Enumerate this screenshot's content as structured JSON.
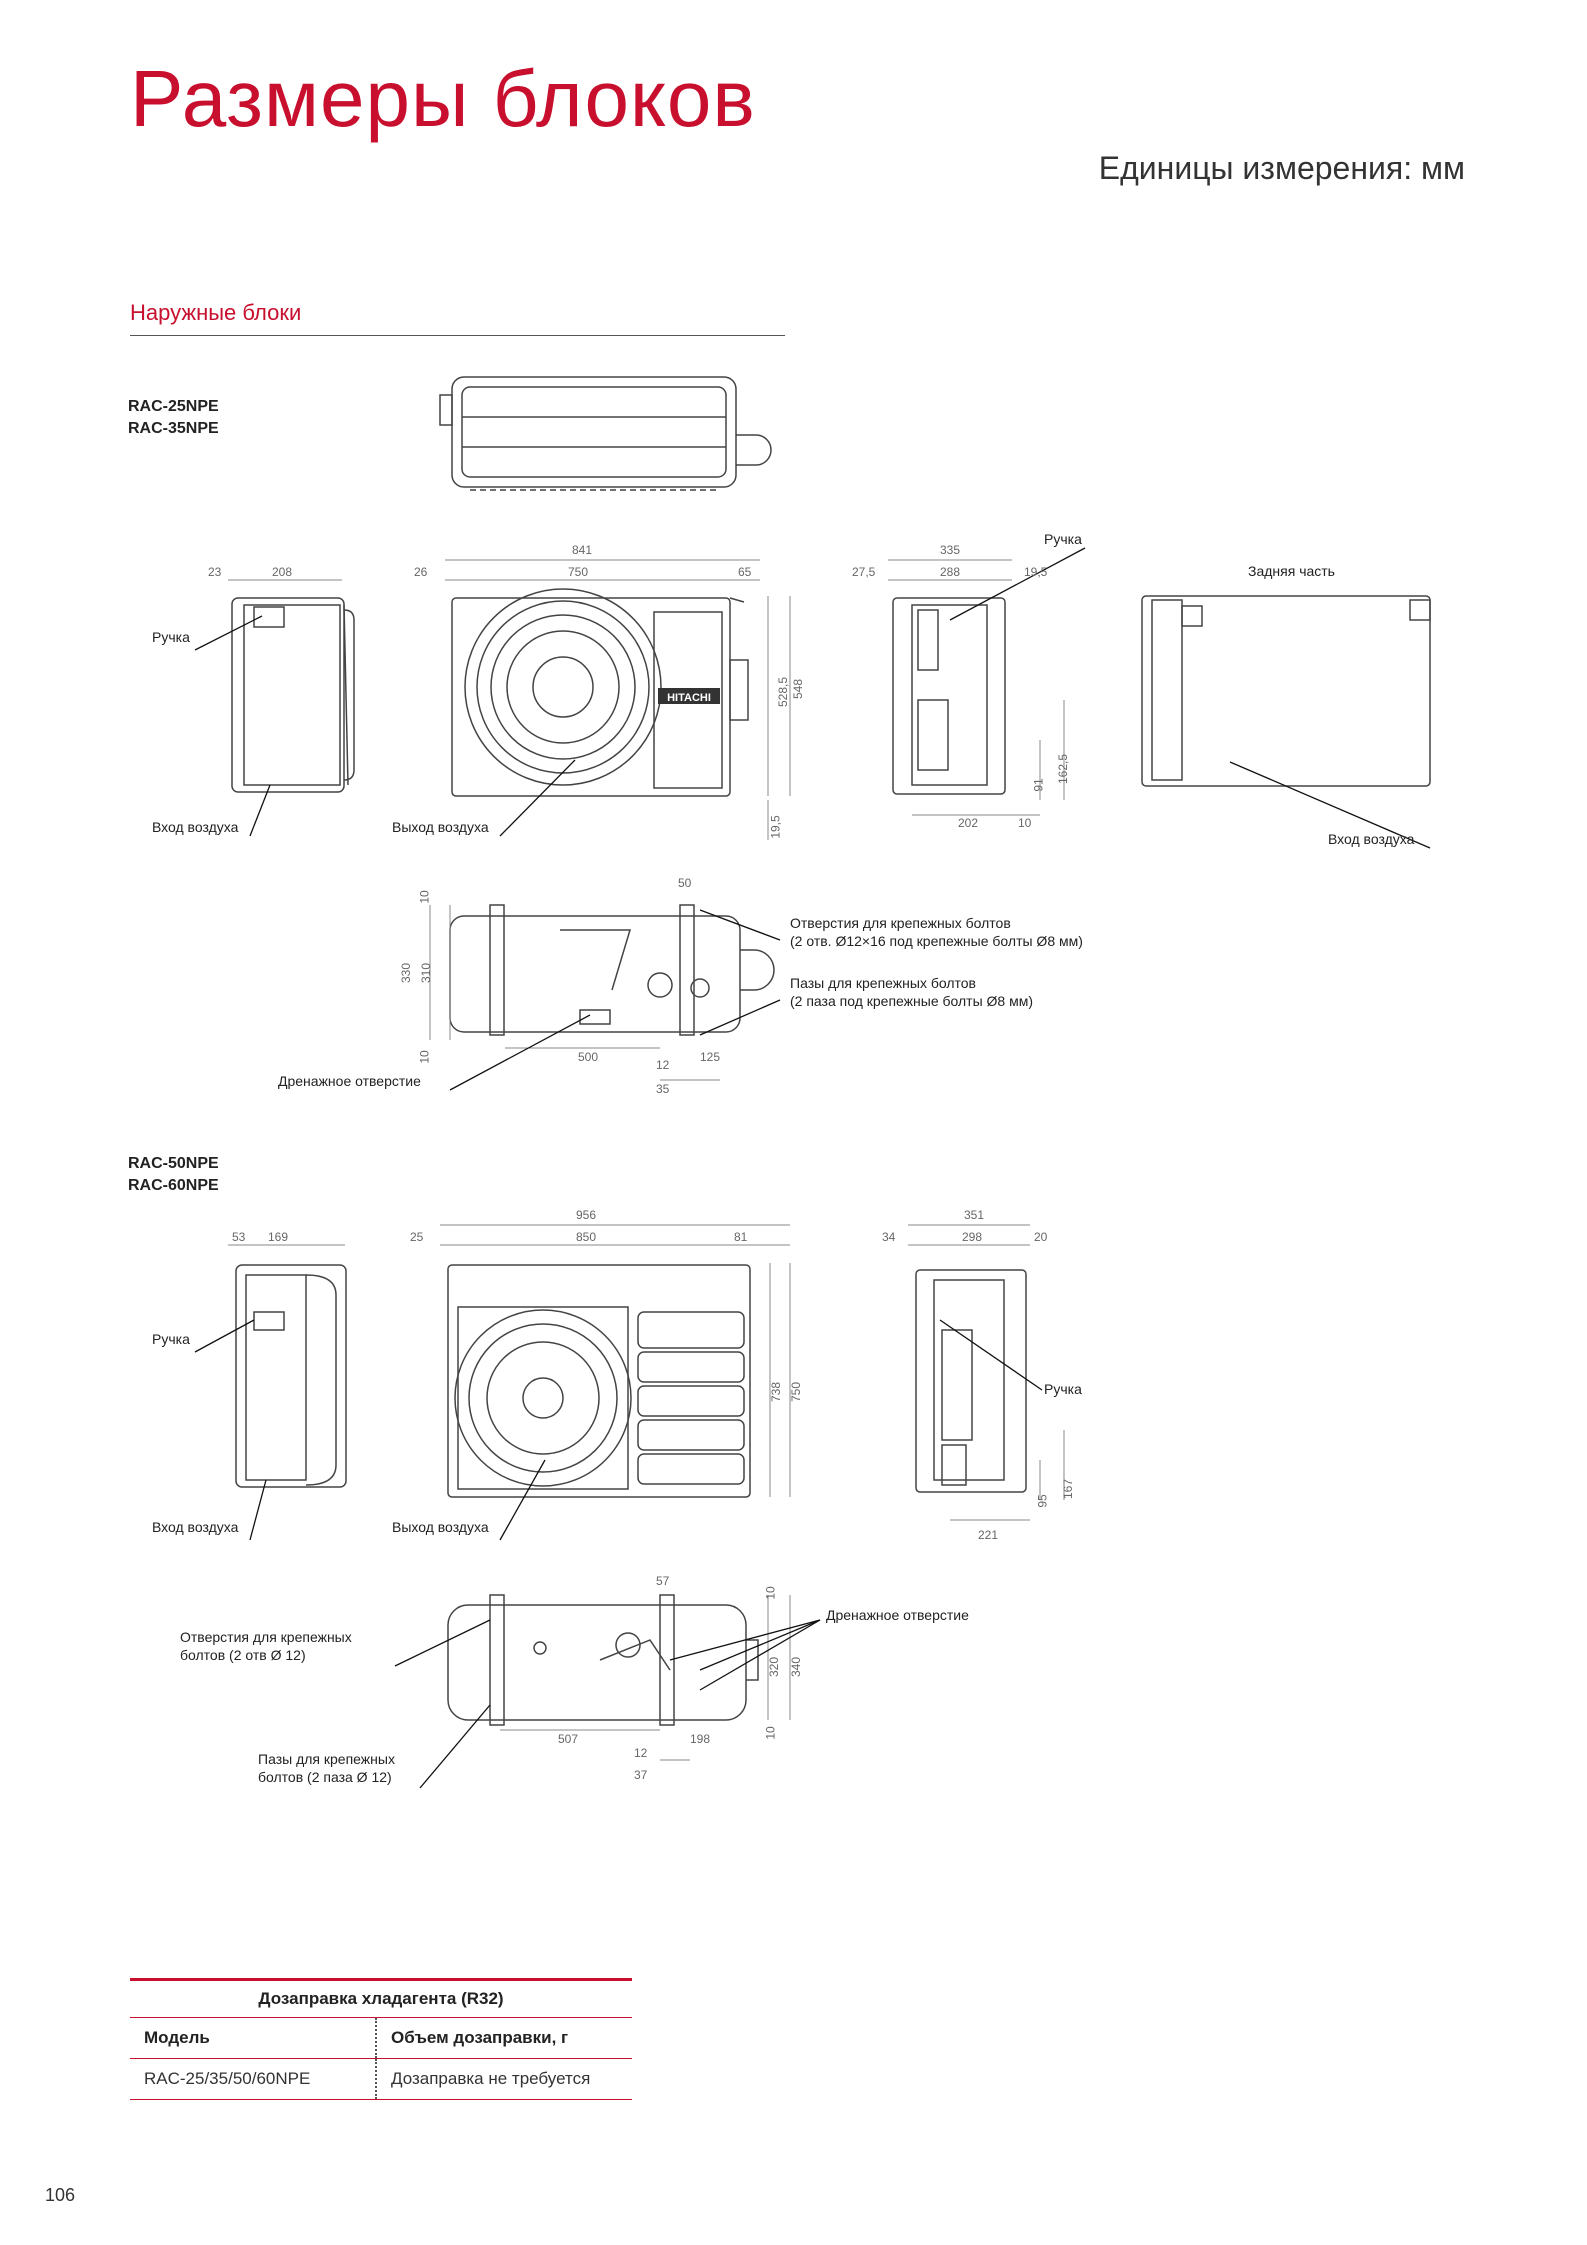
{
  "page": {
    "title": "Размеры блоков",
    "units": "Единицы измерения: мм",
    "section": "Наружные блоки",
    "page_number": "106"
  },
  "group1": {
    "models": [
      "RAC-25NPE",
      "RAC-35NPE"
    ],
    "labels": {
      "handle_left": "Ручка",
      "air_in_left": "Вход воздуха",
      "air_out": "Выход воздуха",
      "handle_side": "Ручка",
      "rear": "Задняя часть",
      "air_in_rear": "Вход воздуха",
      "bolt_holes_1": "Отверстия для крепежных болтов",
      "bolt_holes_2": "(2 отв. Ø12×16 под крепежные болты Ø8 мм)",
      "slots_1": "Пазы для крепежных болтов",
      "slots_2": "(2 паза под крепежные болты Ø8 мм)",
      "drain": "Дренажное отверстие"
    },
    "brand": "HITACHI",
    "dims": {
      "d23": "23",
      "d208": "208",
      "d841": "841",
      "d26": "26",
      "d750": "750",
      "d65": "65",
      "d528": "528,5",
      "d548": "548",
      "d195": "19,5",
      "d335": "335",
      "d275": "27,5",
      "d288": "288",
      "d195b": "19,5",
      "d91": "91",
      "d1625": "162,5",
      "d202": "202",
      "d10": "10",
      "d50": "50",
      "d10t": "10",
      "d330": "330",
      "d310": "310",
      "d10b": "10",
      "d500": "500",
      "d12": "12",
      "d125": "125",
      "d35": "35"
    }
  },
  "group2": {
    "models": [
      "RAC-50NPE",
      "RAC-60NPE"
    ],
    "labels": {
      "handle_left": "Ручка",
      "air_in_left": "Вход воздуха",
      "air_out": "Выход воздуха",
      "handle_side": "Ручка",
      "bolt_holes_1": "Отверстия для крепежных",
      "bolt_holes_2": "болтов (2 отв Ø 12)",
      "drain": "Дренажное отверстие",
      "slots_1": "Пазы для крепежных",
      "slots_2": "болтов (2 паза Ø 12)"
    },
    "dims": {
      "d53": "53",
      "d169": "169",
      "d956": "956",
      "d25": "25",
      "d850": "850",
      "d81": "81",
      "d738": "738",
      "d750": "750",
      "d351": "351",
      "d34": "34",
      "d298": "298",
      "d20": "20",
      "d167": "167",
      "d95": "95",
      "d221": "221",
      "d57": "57",
      "d10t": "10",
      "d320": "320",
      "d340": "340",
      "d10b": "10",
      "d507": "507",
      "d198": "198",
      "d12": "12",
      "d37": "37"
    }
  },
  "table": {
    "caption": "Дозаправка хладагента (R32)",
    "headers": [
      "Модель",
      "Объем дозаправки, г"
    ],
    "rows": [
      [
        "RAC-25/35/50/60NPE",
        "Дозаправка не требуется"
      ]
    ]
  },
  "colors": {
    "accent": "#c8102e",
    "line": "#444444",
    "dim": "#888888"
  }
}
